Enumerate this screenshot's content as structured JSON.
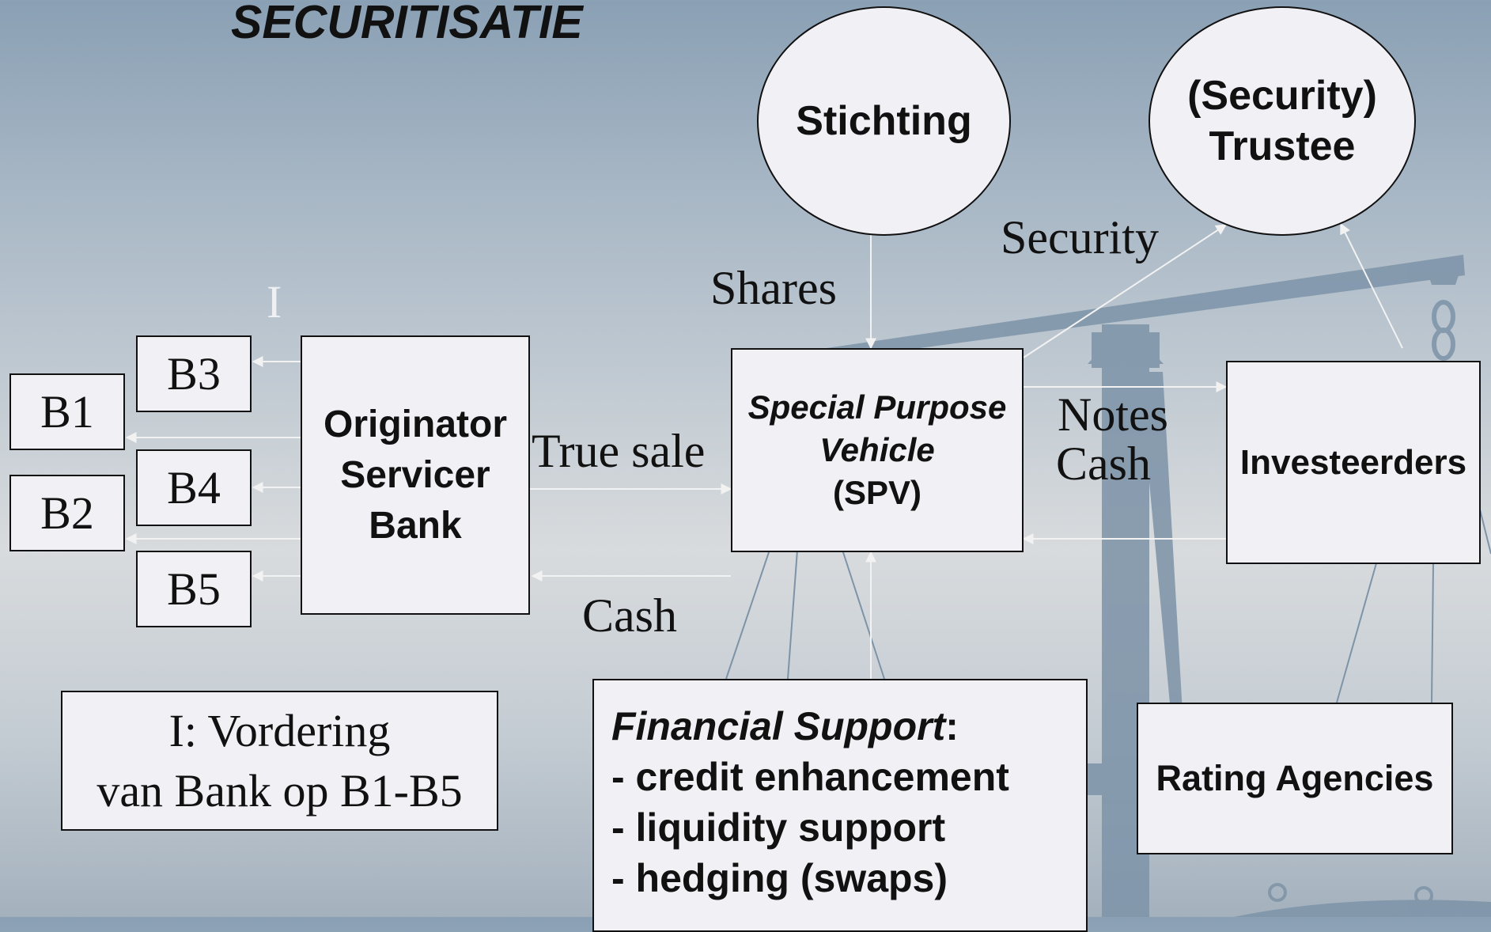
{
  "title": "SECURITISATIE",
  "nodes": {
    "b1": "B1",
    "b2": "B2",
    "b3": "B3",
    "b4": "B4",
    "b5": "B5",
    "originator": [
      "Originator",
      "Servicer",
      "Bank"
    ],
    "spv": [
      "Special Purpose",
      "Vehicle",
      "(SPV)"
    ],
    "stichting": "Stichting",
    "trustee": [
      "(Security)",
      "Trustee"
    ],
    "investeerders": "Investeerders",
    "rating": "Rating Agencies",
    "financial_support": {
      "heading": "Financial Support",
      "colon": ":",
      "items": [
        "- credit enhancement",
        "- liquidity support",
        "- hedging (swaps)"
      ]
    },
    "legend": [
      "I: Vordering",
      "van Bank op B1-B5"
    ]
  },
  "labels": {
    "i_marker": "I",
    "true_sale": "True sale",
    "cash_bottom": "Cash",
    "shares": "Shares",
    "security": "Security",
    "notes": "Notes",
    "cash_right": "Cash"
  },
  "colors": {
    "box_fill": "#f0f0f5",
    "arrow": "#f2f2f2",
    "scale": "#7d93a8"
  }
}
